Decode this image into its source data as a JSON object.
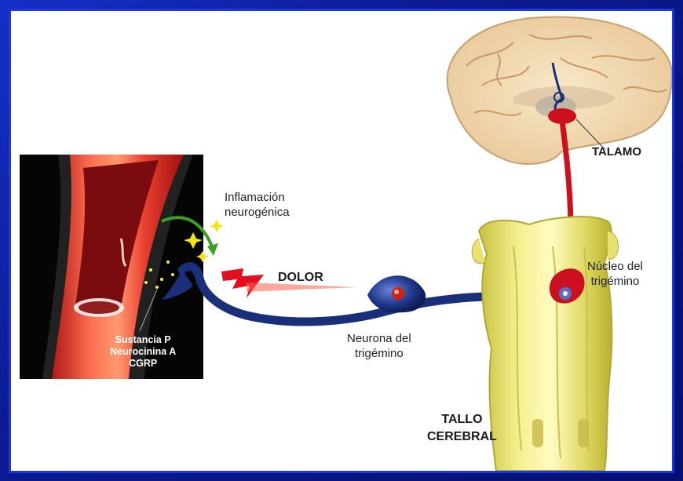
{
  "labels": {
    "inflamacion_line1": "Inflamación",
    "inflamacion_line2": "neurogénica",
    "dolor": "DOLOR",
    "talamo": "TALAMO",
    "nucleo_line1": "Núcleo del",
    "nucleo_line2": "trigémino",
    "neurona_line1": "Neurona del",
    "neurona_line2": "trigémino",
    "tallo_line1": "TALLO",
    "tallo_line2": "CEREBRAL",
    "sustancia_line1": "Sustancia P",
    "sustancia_line2": "Neurocinina A",
    "sustancia_line3": "CGRP"
  },
  "colors": {
    "frame": "#0b1a90",
    "neuron_blue": "#1a2f7a",
    "pathway_red": "#cc1020",
    "brainstem_yellow": "#e8e070",
    "brain_tan": "#f0d8b0",
    "vessel_red": "#e8503a"
  }
}
